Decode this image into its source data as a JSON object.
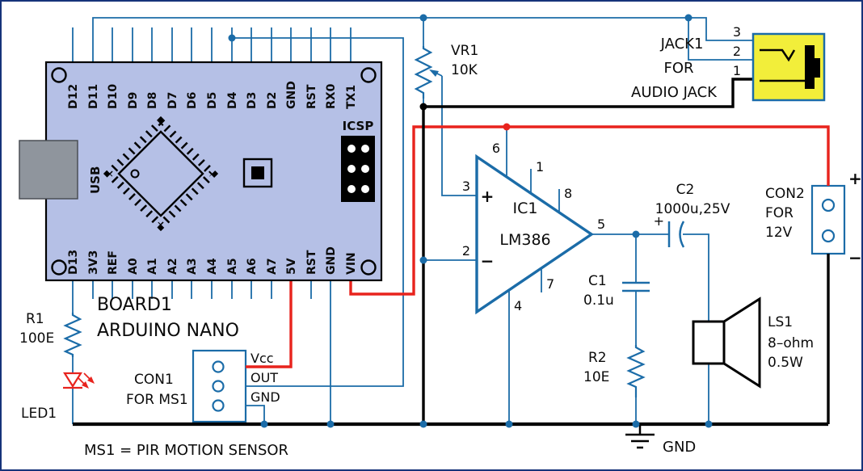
{
  "diagram": {
    "note": "MS1 = PIR MOTION SENSOR",
    "gnd_label": "GND"
  },
  "arduino": {
    "ref": "BOARD1",
    "name": "ARDUINO NANO",
    "usb": "USB",
    "icsp": "ICSP",
    "top_pins": [
      "D12",
      "D11",
      "D10",
      "D9",
      "D8",
      "D7",
      "D6",
      "D5",
      "D4",
      "D3",
      "D2",
      "GND",
      "RST",
      "RX0",
      "TX1"
    ],
    "bottom_pins": [
      "D13",
      "3V3",
      "REF",
      "A0",
      "A1",
      "A2",
      "A3",
      "A4",
      "A5",
      "A6",
      "A7",
      "5V",
      "RST",
      "GND",
      "VIN"
    ]
  },
  "r1": {
    "ref": "R1",
    "value": "100E"
  },
  "led1": {
    "ref": "LED1"
  },
  "con1": {
    "ref": "CON1",
    "desc": "FOR MS1",
    "pin_vcc": "Vcc",
    "pin_out": "OUT",
    "pin_gnd": "GND"
  },
  "vr1": {
    "ref": "VR1",
    "value": "10K"
  },
  "jack1": {
    "ref": "JACK1",
    "desc_line1": "FOR",
    "desc_line2": "AUDIO JACK",
    "pin3": "3",
    "pin2": "2",
    "pin1": "1"
  },
  "ic1": {
    "ref": "IC1",
    "part": "LM386",
    "plus": "+",
    "minus": "−",
    "pin1": "1",
    "pin2": "2",
    "pin3": "3",
    "pin4": "4",
    "pin5": "5",
    "pin6": "6",
    "pin7": "7",
    "pin8": "8"
  },
  "c1": {
    "ref": "C1",
    "value": "0.1u"
  },
  "c2": {
    "ref": "C2",
    "value": "1000u,25V",
    "polarity": "+"
  },
  "r2": {
    "ref": "R2",
    "value": "10E"
  },
  "con2": {
    "ref": "CON2",
    "desc_line1": "FOR",
    "desc_line2": "12V",
    "plus": "+",
    "minus": "−"
  },
  "ls1": {
    "ref": "LS1",
    "value_line1": "8–ohm",
    "value_line2": "0.5W"
  },
  "colors": {
    "wire_blue": "#1b6ca8",
    "wire_red": "#e8231d",
    "wire_black": "#000000",
    "board_fill": "#b5c0e6",
    "jack_fill": "#f2ee3a",
    "usb_gray": "#8f959d",
    "led_red": "#e8231d"
  }
}
